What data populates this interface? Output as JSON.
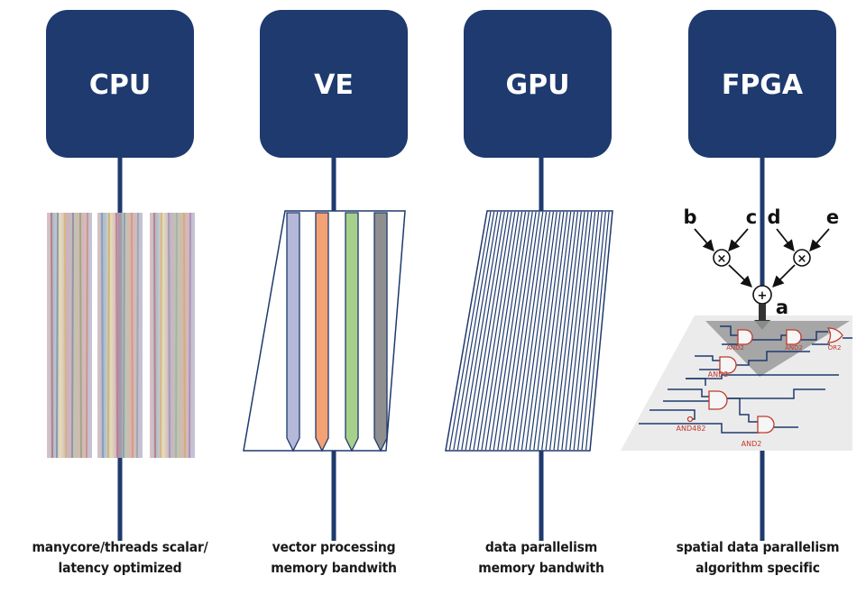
{
  "columns": [
    {
      "label": "CPU",
      "caption": [
        "manycore/threads scalar/",
        "latency optimized"
      ]
    },
    {
      "label": "VE",
      "caption": [
        "vector processing",
        "memory bandwith"
      ]
    },
    {
      "label": "GPU",
      "caption": [
        "data parallelism",
        "memory bandwith"
      ]
    },
    {
      "label": "FPGA",
      "caption": [
        "spatial data parallelism",
        "algorithm specific"
      ]
    }
  ],
  "dataflow": {
    "inputs": [
      "b",
      "c",
      "d",
      "e"
    ],
    "output": "a",
    "multiply_symbol": "×",
    "add_symbol": "+"
  },
  "gates": [
    "AND2",
    "AND2",
    "OR2",
    "AND2",
    "AND482",
    "AND2"
  ],
  "colors": {
    "box": "#1e3a6e",
    "line": "#1e3a6e",
    "lane_purple": "#b4b8d9",
    "lane_orange": "#f4a173",
    "lane_green": "#a8d08d",
    "lane_gray": "#8f8f8f",
    "gate_red": "#c0392b",
    "wire_blue": "#1e3a6e"
  }
}
